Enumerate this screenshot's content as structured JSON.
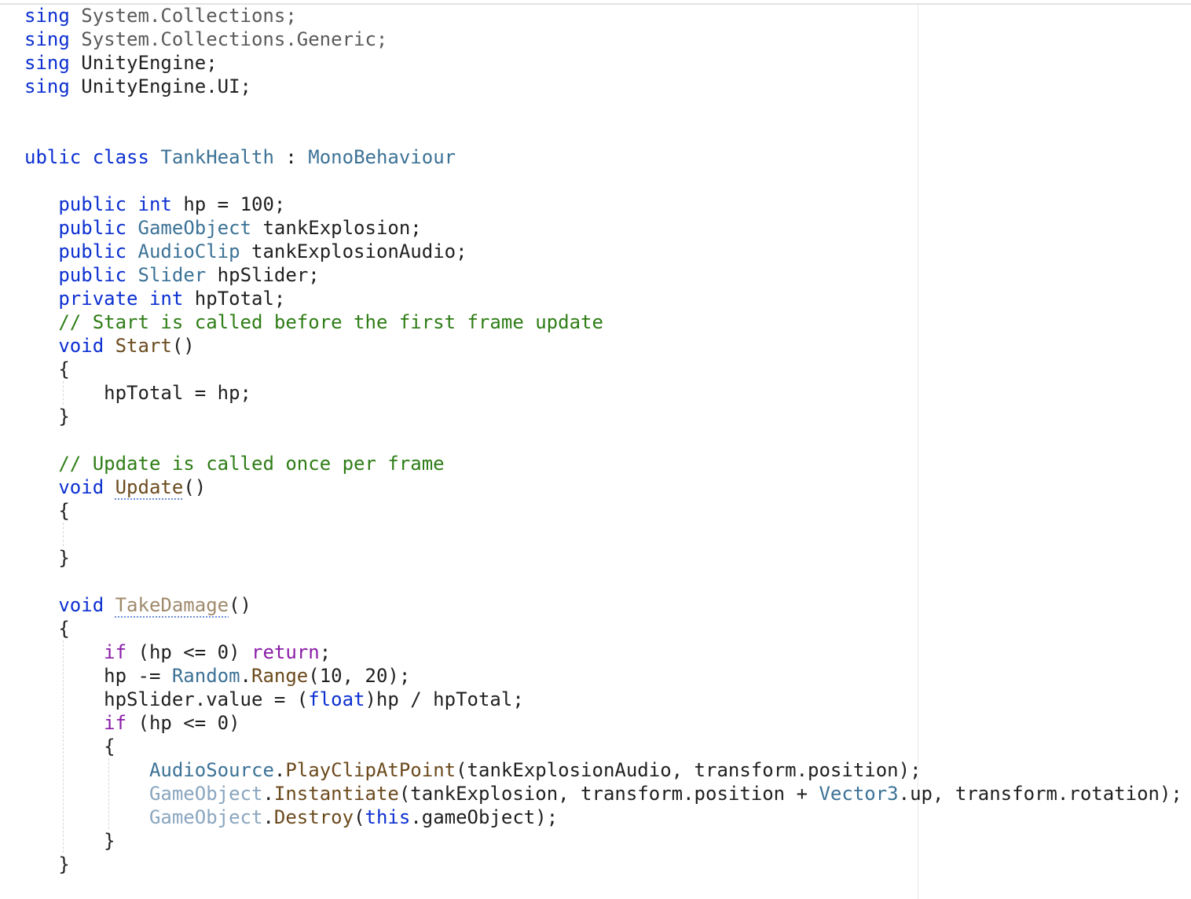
{
  "lines": [
    [
      {
        "t": "sing",
        "c": "kw"
      },
      {
        "t": " System.Collections;",
        "c": "dull"
      }
    ],
    [
      {
        "t": "sing",
        "c": "kw"
      },
      {
        "t": " System.Collections.Generic;",
        "c": "dull"
      }
    ],
    [
      {
        "t": "sing",
        "c": "kw"
      },
      {
        "t": " UnityEngine;",
        "c": "txt"
      }
    ],
    [
      {
        "t": "sing",
        "c": "kw"
      },
      {
        "t": " UnityEngine.UI;",
        "c": "txt"
      }
    ],
    [],
    [],
    [
      {
        "t": "ublic",
        "c": "kw"
      },
      {
        "t": " ",
        "c": "txt"
      },
      {
        "t": "class",
        "c": "kw"
      },
      {
        "t": " ",
        "c": "txt"
      },
      {
        "t": "TankHealth",
        "c": "typ"
      },
      {
        "t": " : ",
        "c": "txt"
      },
      {
        "t": "MonoBehaviour",
        "c": "typ"
      }
    ],
    [],
    [
      {
        "t": "   ",
        "c": "txt"
      },
      {
        "t": "public",
        "c": "kw"
      },
      {
        "t": " ",
        "c": "txt"
      },
      {
        "t": "int",
        "c": "kw"
      },
      {
        "t": " hp = 100;",
        "c": "txt"
      }
    ],
    [
      {
        "t": "   ",
        "c": "txt"
      },
      {
        "t": "public",
        "c": "kw"
      },
      {
        "t": " ",
        "c": "txt"
      },
      {
        "t": "GameObject",
        "c": "typ"
      },
      {
        "t": " tankExplosion;",
        "c": "txt"
      }
    ],
    [
      {
        "t": "   ",
        "c": "txt"
      },
      {
        "t": "public",
        "c": "kw"
      },
      {
        "t": " ",
        "c": "txt"
      },
      {
        "t": "AudioClip",
        "c": "typ"
      },
      {
        "t": " tankExplosionAudio;",
        "c": "txt"
      }
    ],
    [
      {
        "t": "   ",
        "c": "txt"
      },
      {
        "t": "public",
        "c": "kw"
      },
      {
        "t": " ",
        "c": "txt"
      },
      {
        "t": "Slider",
        "c": "typ"
      },
      {
        "t": " hpSlider;",
        "c": "txt"
      }
    ],
    [
      {
        "t": "   ",
        "c": "txt"
      },
      {
        "t": "private",
        "c": "kw"
      },
      {
        "t": " ",
        "c": "txt"
      },
      {
        "t": "int",
        "c": "kw"
      },
      {
        "t": " hpTotal;",
        "c": "txt"
      }
    ],
    [
      {
        "t": "   ",
        "c": "txt"
      },
      {
        "t": "// Start is called before the first frame update",
        "c": "cmt"
      }
    ],
    [
      {
        "t": "   ",
        "c": "txt"
      },
      {
        "t": "void",
        "c": "kw"
      },
      {
        "t": " ",
        "c": "txt"
      },
      {
        "t": "Start",
        "c": "fn"
      },
      {
        "t": "()",
        "c": "txt"
      }
    ],
    [
      {
        "t": "   {",
        "c": "txt"
      }
    ],
    [
      {
        "t": "       hpTotal = hp;",
        "c": "txt"
      }
    ],
    [
      {
        "t": "   }",
        "c": "txt"
      }
    ],
    [],
    [
      {
        "t": "   ",
        "c": "txt"
      },
      {
        "t": "// Update is called once per frame",
        "c": "cmt"
      }
    ],
    [
      {
        "t": "   ",
        "c": "txt"
      },
      {
        "t": "void",
        "c": "kw"
      },
      {
        "t": " ",
        "c": "txt"
      },
      {
        "t": "Update",
        "c": "fn squiggle"
      },
      {
        "t": "()",
        "c": "txt"
      }
    ],
    [
      {
        "t": "   {",
        "c": "txt"
      }
    ],
    [],
    [
      {
        "t": "   }",
        "c": "txt"
      }
    ],
    [],
    [
      {
        "t": "   ",
        "c": "txt"
      },
      {
        "t": "void",
        "c": "kw"
      },
      {
        "t": " ",
        "c": "txt"
      },
      {
        "t": "TakeDamage",
        "c": "fnl squiggle"
      },
      {
        "t": "()",
        "c": "txt"
      }
    ],
    [
      {
        "t": "   {",
        "c": "txt"
      }
    ],
    [
      {
        "t": "       ",
        "c": "txt"
      },
      {
        "t": "if",
        "c": "kwp"
      },
      {
        "t": " (hp <= 0) ",
        "c": "txt"
      },
      {
        "t": "return",
        "c": "kwp"
      },
      {
        "t": ";",
        "c": "txt"
      }
    ],
    [
      {
        "t": "       hp -= ",
        "c": "txt"
      },
      {
        "t": "Random",
        "c": "typ"
      },
      {
        "t": ".",
        "c": "txt"
      },
      {
        "t": "Range",
        "c": "fn"
      },
      {
        "t": "(10, 20);",
        "c": "txt"
      }
    ],
    [
      {
        "t": "       hpSlider.value = (",
        "c": "txt"
      },
      {
        "t": "float",
        "c": "kw"
      },
      {
        "t": ")hp / hpTotal;",
        "c": "txt"
      }
    ],
    [
      {
        "t": "       ",
        "c": "txt"
      },
      {
        "t": "if",
        "c": "kwp"
      },
      {
        "t": " (hp <= 0)",
        "c": "txt"
      }
    ],
    [
      {
        "t": "       {",
        "c": "txt"
      }
    ],
    [
      {
        "t": "           ",
        "c": "txt"
      },
      {
        "t": "AudioSource",
        "c": "typ"
      },
      {
        "t": ".",
        "c": "txt"
      },
      {
        "t": "PlayClipAtPoint",
        "c": "fn"
      },
      {
        "t": "(tankExplosionAudio, transform.position);",
        "c": "txt"
      }
    ],
    [
      {
        "t": "           ",
        "c": "txt"
      },
      {
        "t": "GameObject",
        "c": "typl"
      },
      {
        "t": ".",
        "c": "txt"
      },
      {
        "t": "Instantiate",
        "c": "fn"
      },
      {
        "t": "(tankExplosion, transform.position + ",
        "c": "txt"
      },
      {
        "t": "Vector3",
        "c": "typ"
      },
      {
        "t": ".up, transform.rotation);",
        "c": "txt"
      }
    ],
    [
      {
        "t": "           ",
        "c": "txt"
      },
      {
        "t": "GameObject",
        "c": "typl"
      },
      {
        "t": ".",
        "c": "txt"
      },
      {
        "t": "Destroy",
        "c": "fn"
      },
      {
        "t": "(",
        "c": "txt"
      },
      {
        "t": "this",
        "c": "kw"
      },
      {
        "t": ".gameObject);",
        "c": "txt"
      }
    ],
    [
      {
        "t": "       }",
        "c": "txt"
      }
    ],
    [
      {
        "t": "   }",
        "c": "txt"
      }
    ]
  ]
}
